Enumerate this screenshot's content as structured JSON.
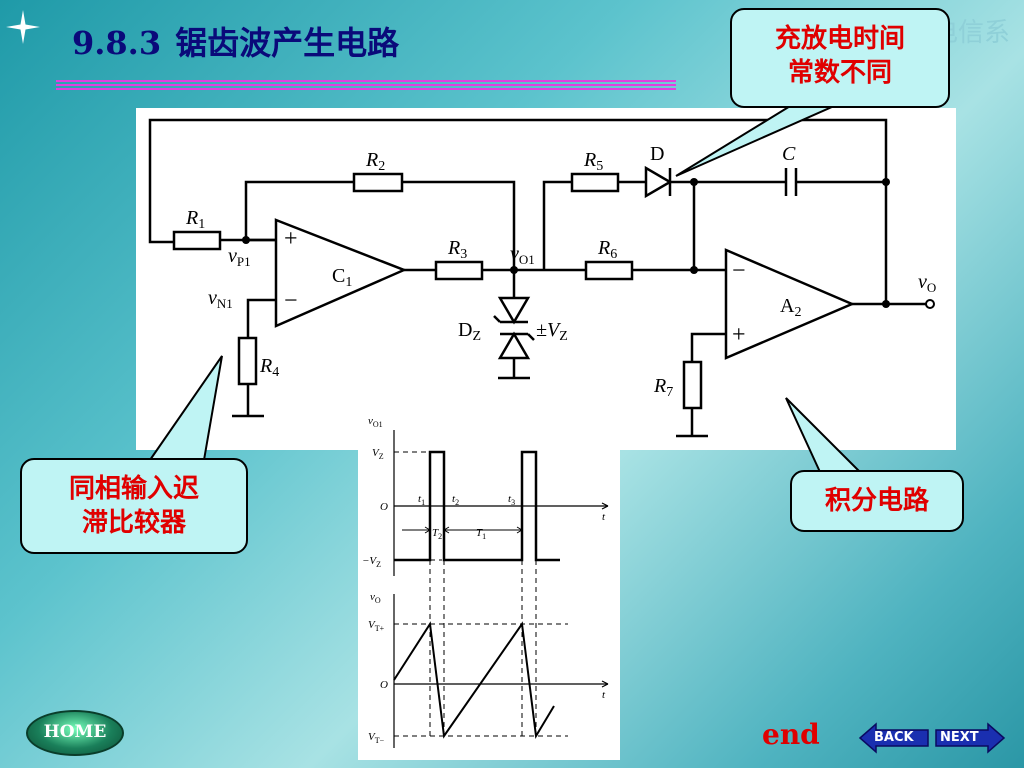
{
  "slide": {
    "title_number": "9.8.3",
    "title_text": "锯齿波产生电路",
    "watermark": "电信系"
  },
  "callouts": {
    "time_constant": [
      "充放电时间",
      "常数不同"
    ],
    "comparator": [
      "同相输入迟",
      "滞比较器"
    ],
    "integrator": "积分电路"
  },
  "circuit": {
    "R1": "R",
    "R1_sub": "1",
    "R2": "R",
    "R2_sub": "2",
    "R3": "R",
    "R3_sub": "3",
    "R4": "R",
    "R4_sub": "4",
    "R5": "R",
    "R5_sub": "5",
    "R6": "R",
    "R6_sub": "6",
    "R7": "R",
    "R7_sub": "7",
    "D": "D",
    "C": "C",
    "C1": "C",
    "C1_sub": "1",
    "A2": "A",
    "A2_sub": "2",
    "DZ": "D",
    "DZ_sub": "Z",
    "VZ": "±V",
    "VZ_sub": "Z",
    "vP1": "v",
    "vP1_sub": "P1",
    "vN1": "v",
    "vN1_sub": "N1",
    "vO1": "v",
    "vO1_sub": "O1",
    "vO": "v",
    "vO_sub": "O",
    "plus": "+",
    "minus": "−"
  },
  "waveform": {
    "top_axis": "v",
    "top_axis_sub": "O1",
    "vz_pos": "V",
    "vz_pos_sub": "Z",
    "vz_neg": "−V",
    "vz_neg_sub": "Z",
    "origin": "O",
    "t_axis": "t",
    "t1": "t",
    "t1_sub": "1",
    "t2": "t",
    "t2_sub": "2",
    "t3": "t",
    "t3_sub": "3",
    "T2": "T",
    "T2_sub": "2",
    "T1": "T",
    "T1_sub": "1",
    "bottom_axis": "v",
    "bottom_axis_sub": "O",
    "vt_pos": "V",
    "vt_pos_sub": "T+",
    "vt_neg": "V",
    "vt_neg_sub": "T−"
  },
  "nav": {
    "home": "HOME",
    "end": "end",
    "back": "BACK",
    "next": "NEXT"
  }
}
